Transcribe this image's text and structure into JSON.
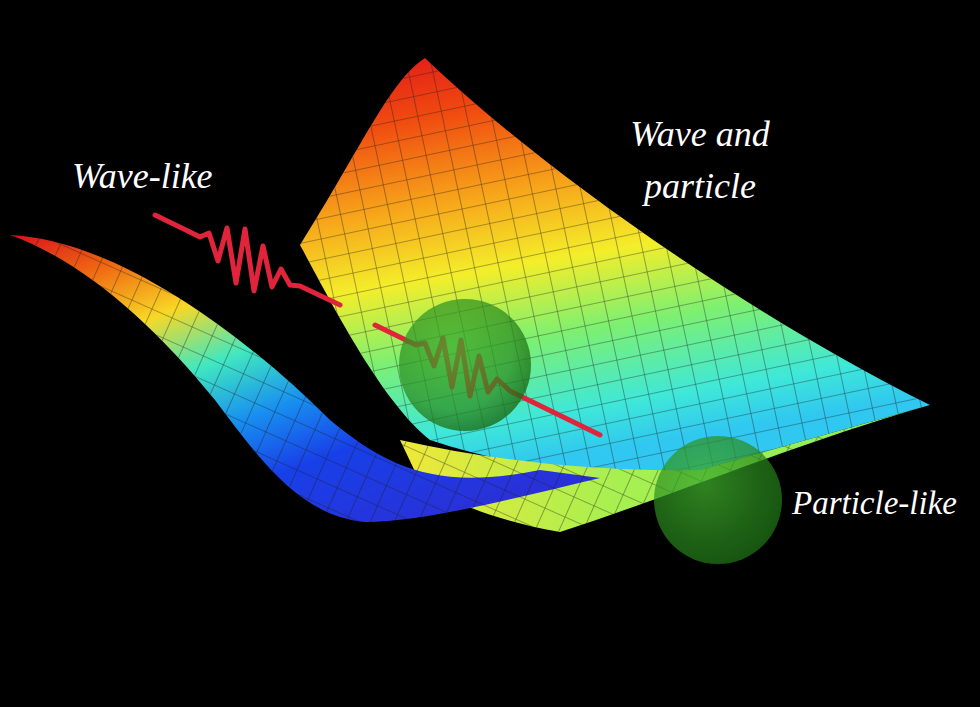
{
  "diagram": {
    "labels": [
      "Wave-like",
      "Wave and particle",
      "Particle-like"
    ]
  }
}
